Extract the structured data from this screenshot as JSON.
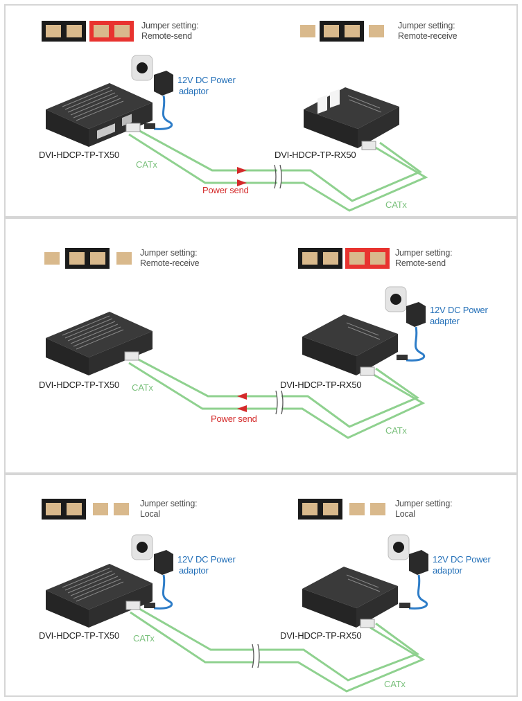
{
  "panels": [
    {
      "left_jumper": [
        "#1b1b1b",
        "#1b1b1b",
        "#e8332f",
        "#e8332f"
      ],
      "right_jumper": [
        "#f0f0f0",
        "#1b1b1b",
        "#1b1b1b",
        "#f0f0f0"
      ],
      "left_setting": [
        "Jumper setting:",
        "Remote-send"
      ],
      "right_setting": [
        "Jumper setting:",
        "Remote-receive"
      ],
      "power_label": [
        "12V DC Power",
        "adaptor"
      ],
      "tx_label": "DVI-HDCP-TP-TX50",
      "rx_label": "DVI-HDCP-TP-RX50",
      "cat_left": "CATx",
      "cat_right": "CATx",
      "power_send": "Power send"
    },
    {
      "left_jumper": [
        "#f0f0f0",
        "#1b1b1b",
        "#1b1b1b",
        "#f0f0f0"
      ],
      "right_jumper": [
        "#1b1b1b",
        "#1b1b1b",
        "#e8332f",
        "#e8332f"
      ],
      "left_setting": [
        "Jumper setting:",
        "Remote-receive"
      ],
      "right_setting": [
        "Jumper setting:",
        "Remote-send"
      ],
      "power_label": [
        "12V DC Power",
        "adapter"
      ],
      "tx_label": "DVI-HDCP-TP-TX50",
      "rx_label": "DVI-HDCP-TP-RX50",
      "cat_left": "CATx",
      "cat_right": "CATx",
      "power_send": "Power send"
    },
    {
      "left_jumper": [
        "#1b1b1b",
        "#1b1b1b",
        "#f0f0f0",
        "#f0f0f0"
      ],
      "right_jumper": [
        "#1b1b1b",
        "#1b1b1b",
        "#f0f0f0",
        "#f0f0f0"
      ],
      "left_setting": [
        "Jumper setting:",
        "Local"
      ],
      "right_setting": [
        "Jumper setting:",
        "Local"
      ],
      "power_label_left": [
        "12V DC Power",
        "adaptor"
      ],
      "power_label_right": [
        "12V DC Power",
        "adaptor"
      ],
      "tx_label": "DVI-HDCP-TP-TX50",
      "rx_label": "DVI-HDCP-TP-RX50",
      "cat_left": "CATx",
      "cat_right": "CATx"
    }
  ]
}
